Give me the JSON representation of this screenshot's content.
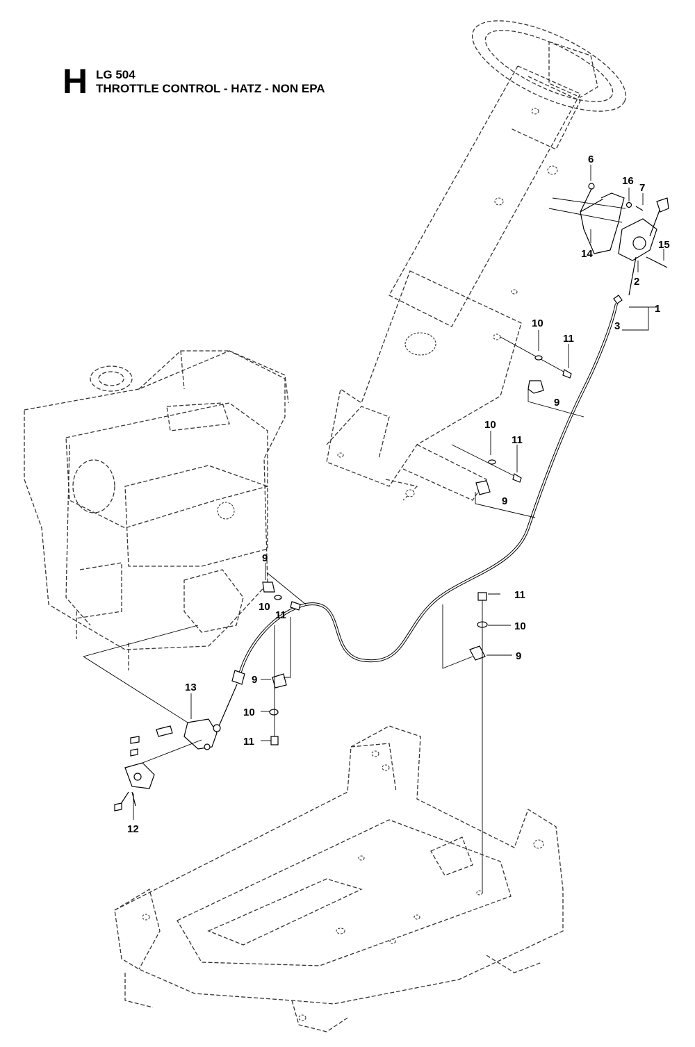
{
  "header": {
    "section_letter": "H",
    "model": "LG 504",
    "title": "THROTTLE CONTROL - HATZ - NON EPA"
  },
  "callouts": [
    "1",
    "2",
    "3",
    "6",
    "7",
    "9",
    "10",
    "11",
    "12",
    "13",
    "14",
    "15",
    "16"
  ]
}
